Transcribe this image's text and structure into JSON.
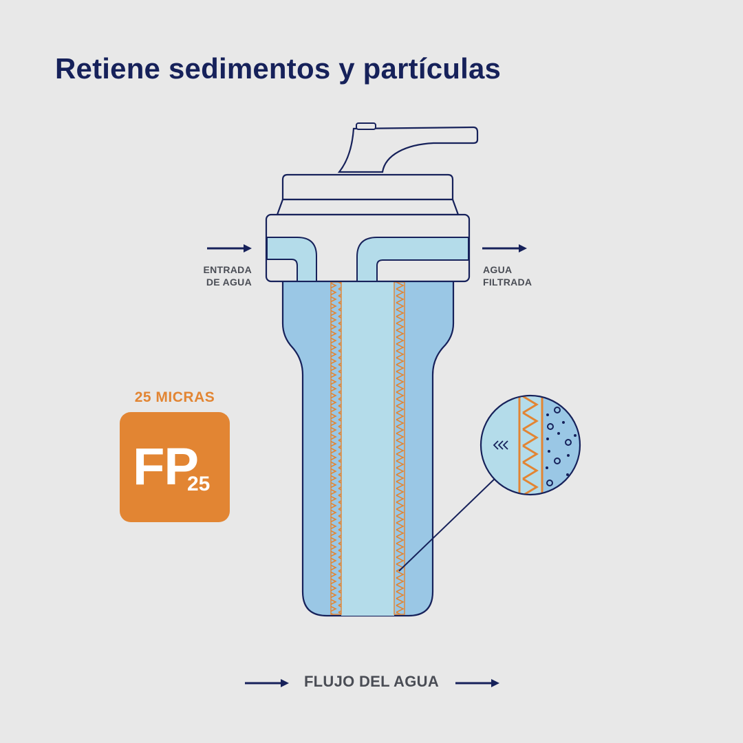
{
  "title": "Retiene sedimentos y partículas",
  "inlet_label": [
    "ENTRADA",
    "DE AGUA"
  ],
  "outlet_label": [
    "AGUA",
    "FILTRADA"
  ],
  "badge": {
    "caption": "25 MICRAS",
    "main": "FP",
    "sub": "25"
  },
  "flow_label": "FLUJO DEL AGUA",
  "colors": {
    "navy": "#16215a",
    "housing_blue": "#9ac7e5",
    "inner_blue": "#b4dcea",
    "orange": "#e28533",
    "background": "#e8e8e8"
  },
  "icons": [
    "arrow-right-icon",
    "chevrons-left-icon"
  ]
}
